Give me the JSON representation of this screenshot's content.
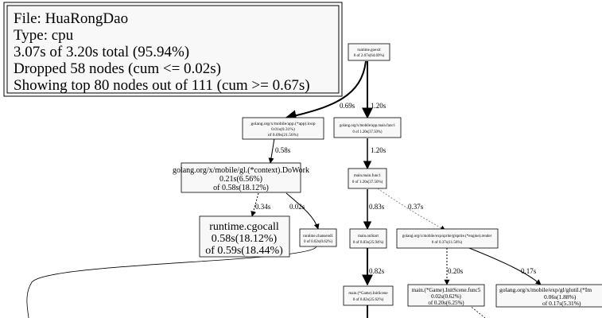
{
  "info": {
    "file": "File: HuaRongDao",
    "type": "Type: cpu",
    "total": "3.07s of 3.20s total (95.94%)",
    "dropped": "Dropped 58 nodes (cum <= 0.02s)",
    "showing": "Showing top 80 nodes out of 111 (cum >= 0.67s)"
  },
  "nodes": {
    "goexit": {
      "l1": "runtime.goexit",
      "l2": "0 of 2.07s(64.69%)"
    },
    "apploop": {
      "l1": "golang.org/x/mobile/app.(*app).loop",
      "l2": "0.01s(0.31%)",
      "l3": "of 0.69s(21.56%)"
    },
    "appmain": {
      "l1": "golang.org/x/mobile/app.main.func1",
      "l2": "0 of 1.20s(37.50%)"
    },
    "dowork": {
      "l1": "golang.org/x/mobile/gl.(*context).DoWork",
      "l2": "0.21s(6.56%)",
      "l3": "of 0.58s(18.12%)"
    },
    "mainfunc1": {
      "l1": "main.main.func1",
      "l2": "0 of 1.20s(37.50%)"
    },
    "cgocall": {
      "l1": "runtime.cgocall",
      "l2": "0.58s(18.12%)",
      "l3": "of 0.59s(18.44%)"
    },
    "chansend1": {
      "l1": "runtime.chansend1",
      "l2": "0 of 0.02s(0.62%)"
    },
    "onstart": {
      "l1": "main.onStart",
      "l2": "0 of 0.83s(25.94%)"
    },
    "render": {
      "l1": "golang.org/x/mobile/exp/sprite/glsprite.(*engine).render",
      "l2": "0 of 0.37s(11.56%)"
    },
    "initscene": {
      "l1": "main.(*Game).InitScene",
      "l2": "0 of 0.82s(25.62%)"
    },
    "func5": {
      "l1": "main.(*Game).InitScene.func5",
      "l2": "0.02s(0.62%)",
      "l3": "of 0.20s(6.25%)"
    },
    "glutil": {
      "l1": "golang.org/x/mobile/exp/gl/glutil.(*Im",
      "l2": "0.06s(1.88%)",
      "l3": "of 0.17s(5.31%)"
    }
  },
  "edges": {
    "goexit_apploop": "0.69s",
    "goexit_appmain": "1.20s",
    "apploop_dowork": "0.58s",
    "appmain_mainfunc1": "1.20s",
    "dowork_cgocall": "0.34s",
    "dowork_chansend1": "0.02s",
    "mainfunc1_onstart": "0.83s",
    "mainfunc1_render": "0.37s",
    "onstart_initscene": "0.82s",
    "render_func5": "0.20s",
    "render_glutil": "0.17s"
  }
}
